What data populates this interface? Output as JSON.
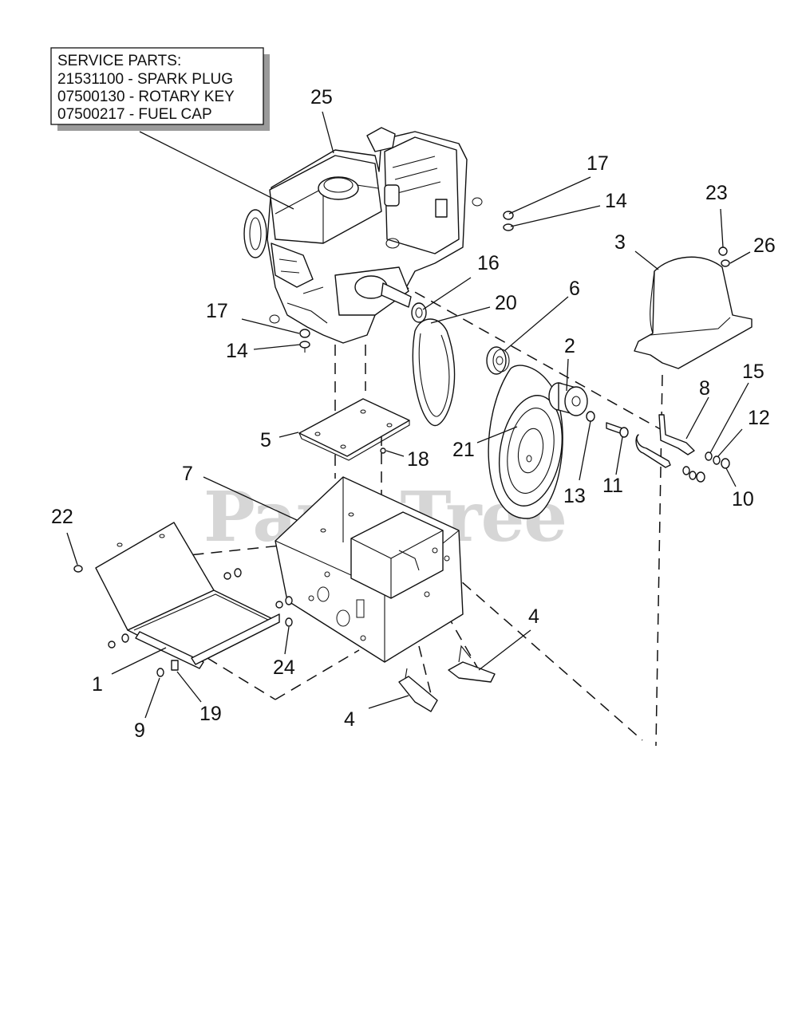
{
  "service_box": {
    "lines": [
      "SERVICE PARTS:",
      "21531100 - SPARK PLUG",
      "07500130 - ROTARY KEY",
      "07500217 - FUEL CAP"
    ]
  },
  "watermark": {
    "text": "PartsTree",
    "tm": "™"
  },
  "callouts": {
    "c25": "25",
    "c17a": "17",
    "c14a": "14",
    "c23": "23",
    "c3": "3",
    "c26": "26",
    "c16": "16",
    "c6": "6",
    "c20": "20",
    "c17b": "17",
    "c14b": "14",
    "c2": "2",
    "c15": "15",
    "c8": "8",
    "c12": "12",
    "c5": "5",
    "c21": "21",
    "c18": "18",
    "c13": "13",
    "c11": "11",
    "c10": "10",
    "c7": "7",
    "c22": "22",
    "c4a": "4",
    "c1": "1",
    "c24": "24",
    "c9": "9",
    "c19": "19",
    "c4b": "4"
  }
}
